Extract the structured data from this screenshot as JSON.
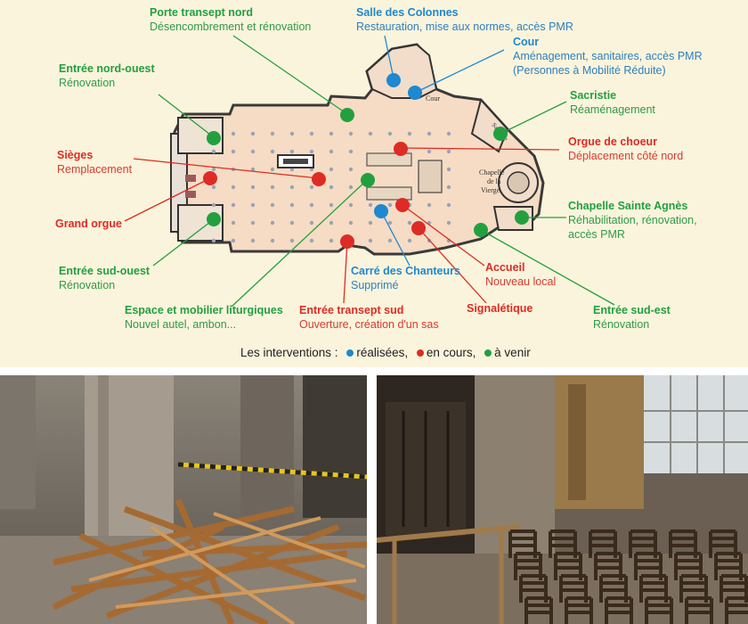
{
  "labels": {
    "porte_transept_nord": {
      "title": "Porte transept nord",
      "desc": "Désencombrement et rénovation"
    },
    "salle_des_colonnes": {
      "title": "Salle des Colonnes",
      "desc": "Restauration, mise aux normes, accès PMR"
    },
    "cour": {
      "title": "Cour",
      "desc1": "Aménagement, sanitaires, accès PMR",
      "desc2": "(Personnes à Mobilité Réduite)"
    },
    "entree_nord_ouest": {
      "title": "Entrée nord-ouest",
      "desc": "Rénovation"
    },
    "sacristie": {
      "title": "Sacristie",
      "desc": "Réaménagement"
    },
    "sieges": {
      "title": "Sièges",
      "desc": "Remplacement"
    },
    "orgue_de_choeur": {
      "title": "Orgue de choeur",
      "desc": "Déplacement côté nord"
    },
    "grand_orgue": {
      "title": "Grand orgue"
    },
    "chapelle_sainte_agnes": {
      "title": "Chapelle Sainte Agnès",
      "desc1": "Réhabilitation, rénovation,",
      "desc2": "accès PMR"
    },
    "entree_sud_ouest": {
      "title": "Entrée sud-ouest",
      "desc": "Rénovation"
    },
    "carre_des_chanteurs": {
      "title": "Carré des Chanteurs",
      "desc": "Supprimé"
    },
    "accueil": {
      "title": "Accueil",
      "desc": "Nouveau local"
    },
    "signaletique": {
      "title": "Signalétique"
    },
    "espace_liturgique": {
      "title": "Espace et mobilier liturgiques",
      "desc": "Nouvel autel, ambon..."
    },
    "entree_transept_sud": {
      "title": "Entrée transept sud",
      "desc": "Ouverture, création d'un sas"
    },
    "entree_sud_est": {
      "title": "Entrée sud-est",
      "desc": "Rénovation"
    }
  },
  "plan_text": {
    "cour": "Cour",
    "sacristie": "Sacristie",
    "chapelle_line1": "Chapelle",
    "chapelle_line2": "de la",
    "chapelle_line3": "Vierge"
  },
  "legend": {
    "prefix": "Les interventions :",
    "done": "réalisées,",
    "ongoing": "en cours,",
    "upcoming": "à venir"
  },
  "colors": {
    "done": "#1e88d0",
    "ongoing": "#de2b25",
    "upcoming": "#22a040",
    "background": "#fbf4dc",
    "floor": "#f6dcc4"
  },
  "photos": [
    {
      "subject": "pile of dismantled wooden stalls inside church"
    },
    {
      "subject": "wooden chairs and railing in chapel near organ"
    }
  ]
}
